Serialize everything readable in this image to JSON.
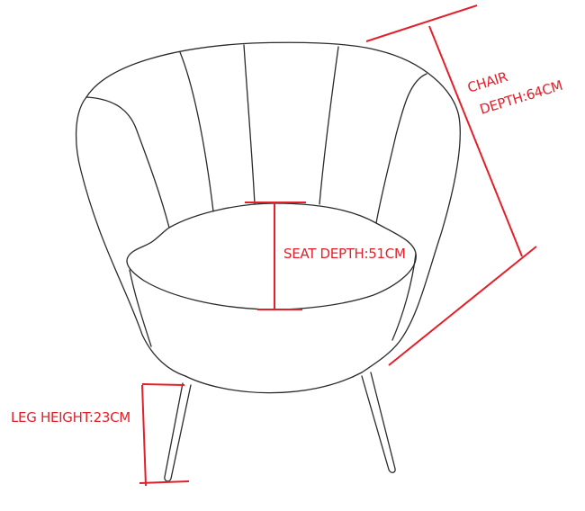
{
  "diagram": {
    "subject": "tub armchair line drawing with dimensions",
    "colors": {
      "outline": "#2a2a2a",
      "dimension": "#e3202a",
      "background": "#ffffff"
    },
    "dimensions": {
      "chair_depth": {
        "line1": "CHAIR",
        "line2": "DEPTH:64CM",
        "value_cm": 64
      },
      "seat_depth": {
        "text": "SEAT DEPTH:51CM",
        "value_cm": 51
      },
      "leg_height": {
        "text": "LEG HEIGHT:23CM",
        "value_cm": 23
      }
    }
  }
}
